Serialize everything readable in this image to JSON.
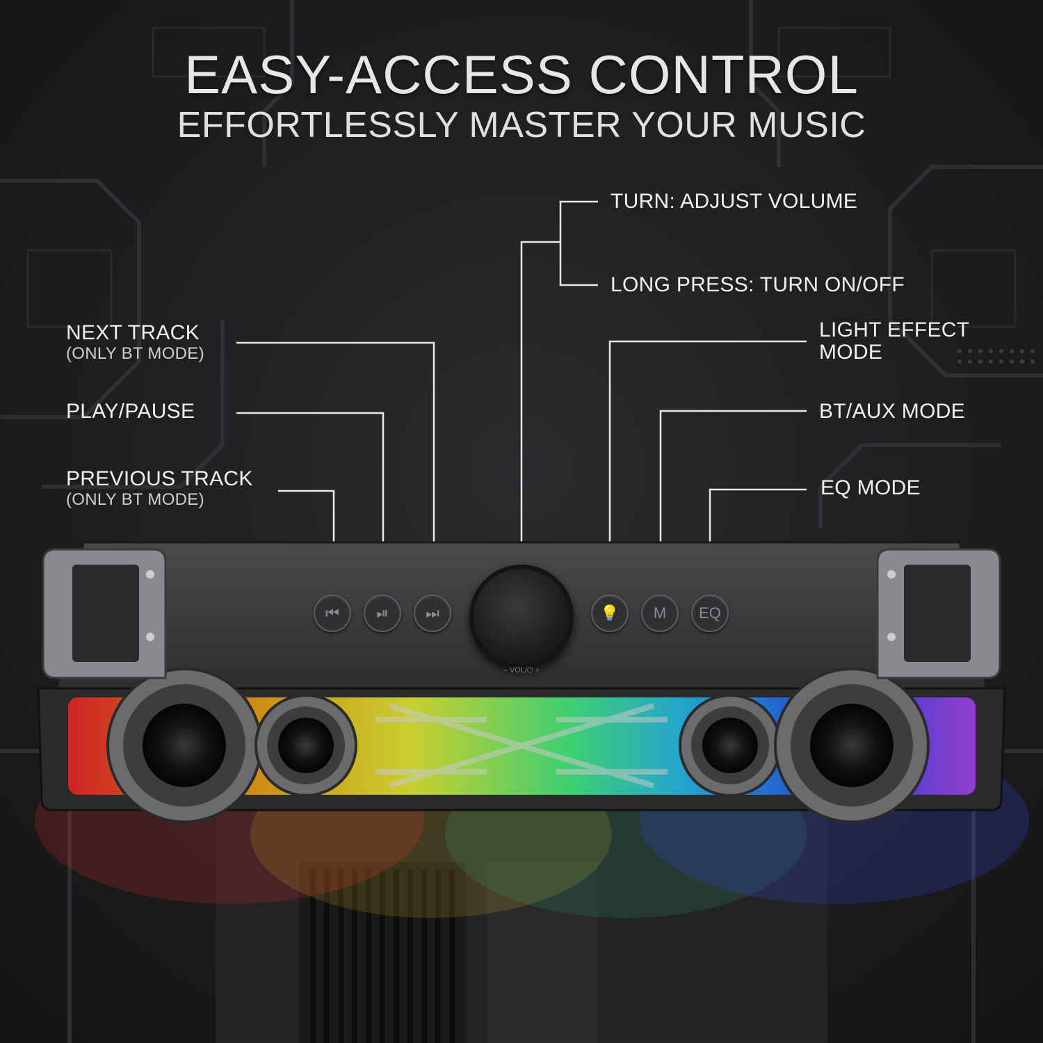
{
  "header": {
    "title": "EASY-ACCESS CONTROL",
    "subtitle": "EFFORTLESSLY MASTER YOUR MUSIC"
  },
  "callouts": {
    "turn": "TURN: ADJUST VOLUME",
    "long_press": "LONG PRESS: TURN ON/OFF",
    "next_track": "NEXT TRACK",
    "next_track_note": "(ONLY BT MODE)",
    "play_pause": "PLAY/PAUSE",
    "previous_track": "PREVIOUS TRACK",
    "previous_track_note": "(ONLY BT MODE)",
    "light_effect_line1": "LIGHT EFFECT",
    "light_effect_line2": "MODE",
    "bt_aux": "BT/AUX MODE",
    "eq": "EQ MODE"
  },
  "buttons": {
    "previous": "⏮",
    "play_pause": "⏯",
    "next": "⏭",
    "light": "💡",
    "mode": "M",
    "eq": "EQ"
  },
  "knob_label": "– VOL/⏻ +",
  "colors": {
    "background": "#1d1d1f",
    "text": "#ececec",
    "line": "#e8e8e8",
    "rgb_red": "#ff2a2a",
    "rgb_yellow": "#ffd21a",
    "rgb_green": "#4dff5c",
    "rgb_blue": "#2a6bff",
    "rgb_purple": "#b44bff"
  }
}
